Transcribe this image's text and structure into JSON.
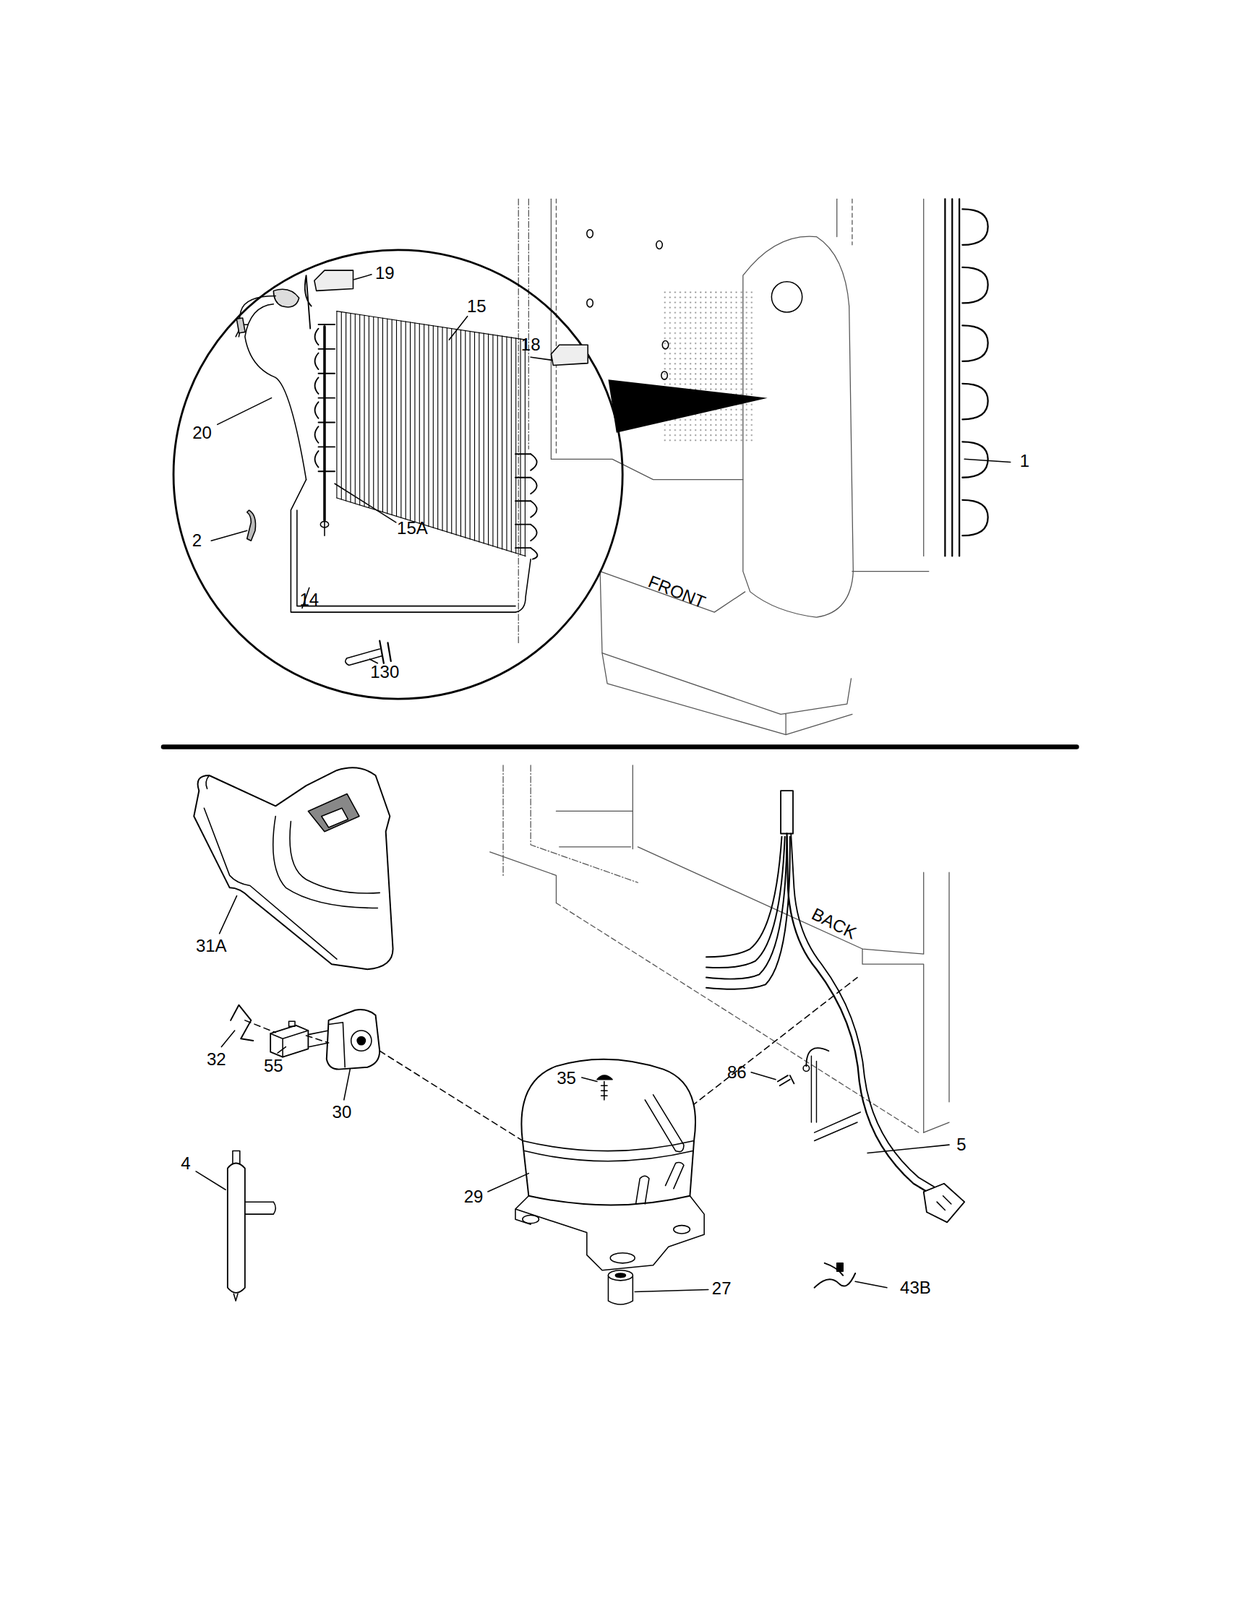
{
  "diagram": {
    "labels": [
      "19",
      "15",
      "18",
      "20",
      "1",
      "15A",
      "2",
      "FRONT",
      "14",
      "130",
      "31A",
      "BACK",
      "32",
      "55",
      "86",
      "35",
      "30",
      "5",
      "4",
      "29",
      "27",
      "43B"
    ]
  }
}
